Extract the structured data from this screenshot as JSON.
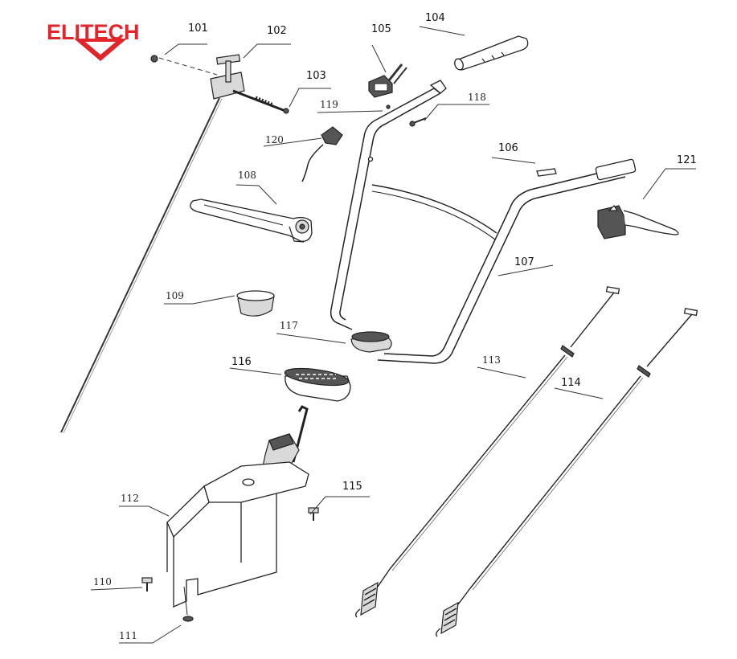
{
  "brand": {
    "name": "ELITECH",
    "color": "#e0262b"
  },
  "callouts": [
    {
      "id": "101",
      "text": "101"
    },
    {
      "id": "102",
      "text": "102"
    },
    {
      "id": "103",
      "text": "103"
    },
    {
      "id": "104",
      "text": "104"
    },
    {
      "id": "105",
      "text": "105"
    },
    {
      "id": "106",
      "text": "106"
    },
    {
      "id": "107",
      "text": "107"
    },
    {
      "id": "108",
      "text": "108"
    },
    {
      "id": "109",
      "text": "109"
    },
    {
      "id": "110",
      "text": "110"
    },
    {
      "id": "111",
      "text": "111"
    },
    {
      "id": "112",
      "text": "112"
    },
    {
      "id": "113",
      "text": "113"
    },
    {
      "id": "114",
      "text": "114"
    },
    {
      "id": "115",
      "text": "115"
    },
    {
      "id": "116",
      "text": "116"
    },
    {
      "id": "117",
      "text": "117"
    },
    {
      "id": "118",
      "text": "118"
    },
    {
      "id": "119",
      "text": "119"
    },
    {
      "id": "120",
      "text": "120"
    },
    {
      "id": "121",
      "text": "121"
    }
  ]
}
